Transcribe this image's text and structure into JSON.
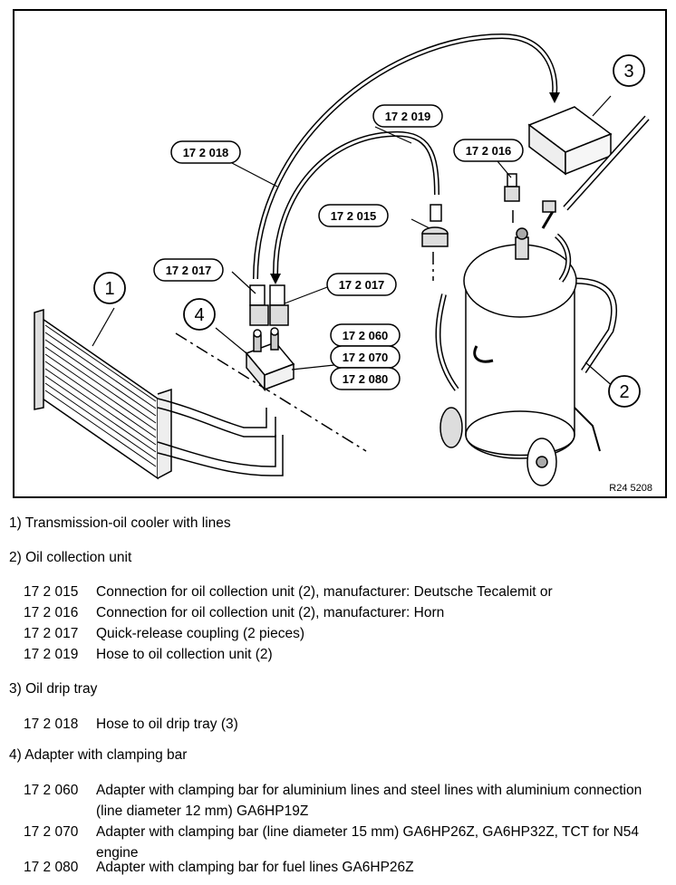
{
  "figure": {
    "reference": "R24 5208",
    "callouts": [
      "1",
      "2",
      "3",
      "4"
    ],
    "tool_labels": {
      "t018": "17 2 018",
      "t019": "17 2 019",
      "t016": "17 2 016",
      "t015": "17 2 015",
      "t017a": "17 2 017",
      "t017b": "17 2 017",
      "t060": "17 2 060",
      "t070": "17 2 070",
      "t080": "17 2 080"
    }
  },
  "legend": {
    "groups": [
      {
        "text": "1)  Transmission-oil cooler with lines",
        "items": []
      },
      {
        "text": "2)  Oil collection unit",
        "items": [
          {
            "code": "17 2 015",
            "desc": "Connection for oil collection unit (2), manufacturer: Deutsche Tecalemit or"
          },
          {
            "code": "17 2 016",
            "desc": "Connection for oil collection unit (2), manufacturer: Horn"
          },
          {
            "code": "17 2 017",
            "desc": "Quick-release coupling (2 pieces)"
          },
          {
            "code": "17 2 019",
            "desc": "Hose to oil collection unit (2)"
          }
        ]
      },
      {
        "text": "3)  Oil drip tray",
        "items": [
          {
            "code": "17 2 018",
            "desc": "Hose to oil drip tray (3)"
          }
        ]
      },
      {
        "text": "4)  Adapter with clamping bar",
        "items": [
          {
            "code": "17 2 060",
            "desc": "Adapter with clamping bar for aluminium lines and steel lines with aluminium connection (line diameter 12 mm) GA6HP19Z"
          },
          {
            "code": "17 2 070",
            "desc": "Adapter with clamping bar (line diameter 15 mm) GA6HP26Z, GA6HP32Z, TCT for N54 engine"
          },
          {
            "code": "17 2 080",
            "desc": "Adapter with clamping bar for fuel lines GA6HP26Z"
          }
        ]
      }
    ]
  }
}
